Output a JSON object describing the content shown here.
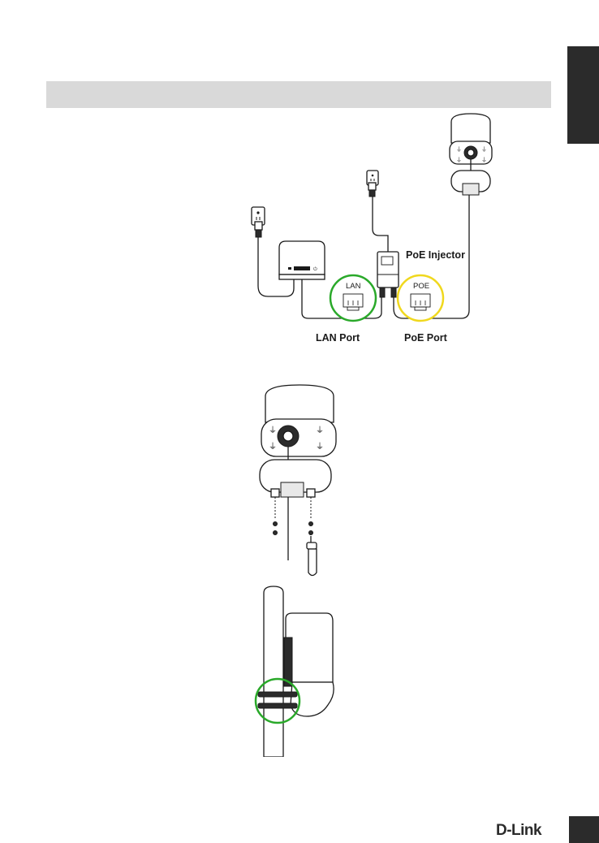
{
  "header": {
    "title": ""
  },
  "diagram1": {
    "poe_injector_label": "PoE Injector",
    "lan_port_label": "LAN Port",
    "poe_port_label": "PoE Port",
    "lan_zoom_label": "LAN",
    "poe_zoom_label": "POE"
  },
  "footer": {
    "logo_text": "D-Link",
    "page_number": ""
  },
  "colors": {
    "lan_highlight": "#2aa92a",
    "poe_highlight": "#f0d81e",
    "tab": "#2b2b2b",
    "header_bar": "#d9d9d9"
  },
  "icons": [
    "power-outlet-icon",
    "router-icon",
    "poe-injector-icon",
    "access-point-icon",
    "pole-mount-icon"
  ]
}
